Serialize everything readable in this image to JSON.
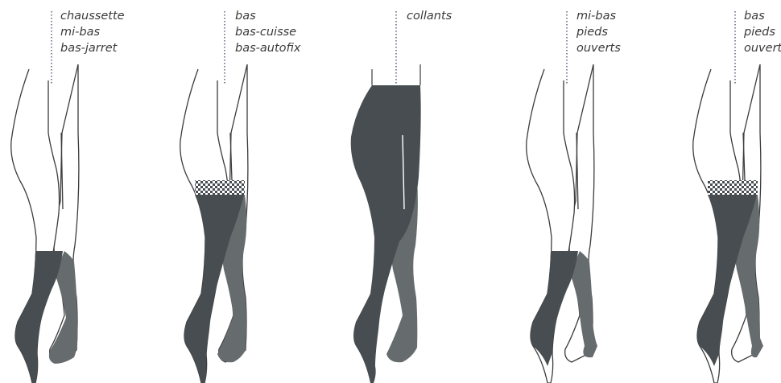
{
  "colors": {
    "dark": "#474d50",
    "light": "#666b6e",
    "outline": "#3c3c3c",
    "leader": "#4a5570"
  },
  "panels": [
    {
      "id": "chaussette",
      "lines": [
        "chaussette",
        "mi-bas",
        "bas-jarret"
      ],
      "garment": "knee-high"
    },
    {
      "id": "bas",
      "lines": [
        "bas",
        "bas-cuisse",
        "bas-autofix"
      ],
      "garment": "thigh-high"
    },
    {
      "id": "collants",
      "lines": [
        "collants"
      ],
      "garment": "tights"
    },
    {
      "id": "mi-bas-pieds-ouverts",
      "lines": [
        "mi-bas",
        "pieds",
        "ouverts"
      ],
      "garment": "knee-high-open-toe"
    },
    {
      "id": "bas-pieds-ouvert",
      "lines": [
        "bas",
        "pieds",
        "ouvert"
      ],
      "garment": "thigh-high-open-toe"
    }
  ]
}
